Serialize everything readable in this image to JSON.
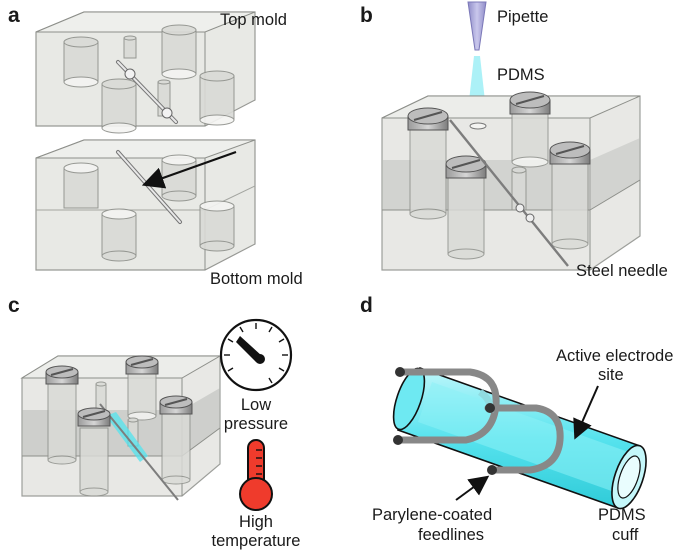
{
  "panels": {
    "a": {
      "letter": "a",
      "top_mold_label": "Top mold",
      "bottom_mold_label": "Bottom mold"
    },
    "b": {
      "letter": "b",
      "pipette_label": "Pipette",
      "pdms_label": "PDMS",
      "needle_label": "Steel needle"
    },
    "c": {
      "letter": "c",
      "pressure_line1": "Low",
      "pressure_line2": "pressure",
      "temperature_line1": "High",
      "temperature_line2": "temperature"
    },
    "d": {
      "letter": "d",
      "electrode_line1": "Active electrode",
      "electrode_line2": "site",
      "feedlines_line1": "Parylene-coated",
      "feedlines_line2": "feedlines",
      "cuff_line1": "PDMS",
      "cuff_line2": "cuff"
    }
  },
  "colors": {
    "mold_fill": "#e6e7e3",
    "mold_edge": "#8d8f8a",
    "pdms_cyan": "#52e4ef",
    "thermometer_red": "#ef3b2c",
    "pipette_lavender": "#a9a6d6",
    "screw_grey": "#8a8a8a"
  }
}
